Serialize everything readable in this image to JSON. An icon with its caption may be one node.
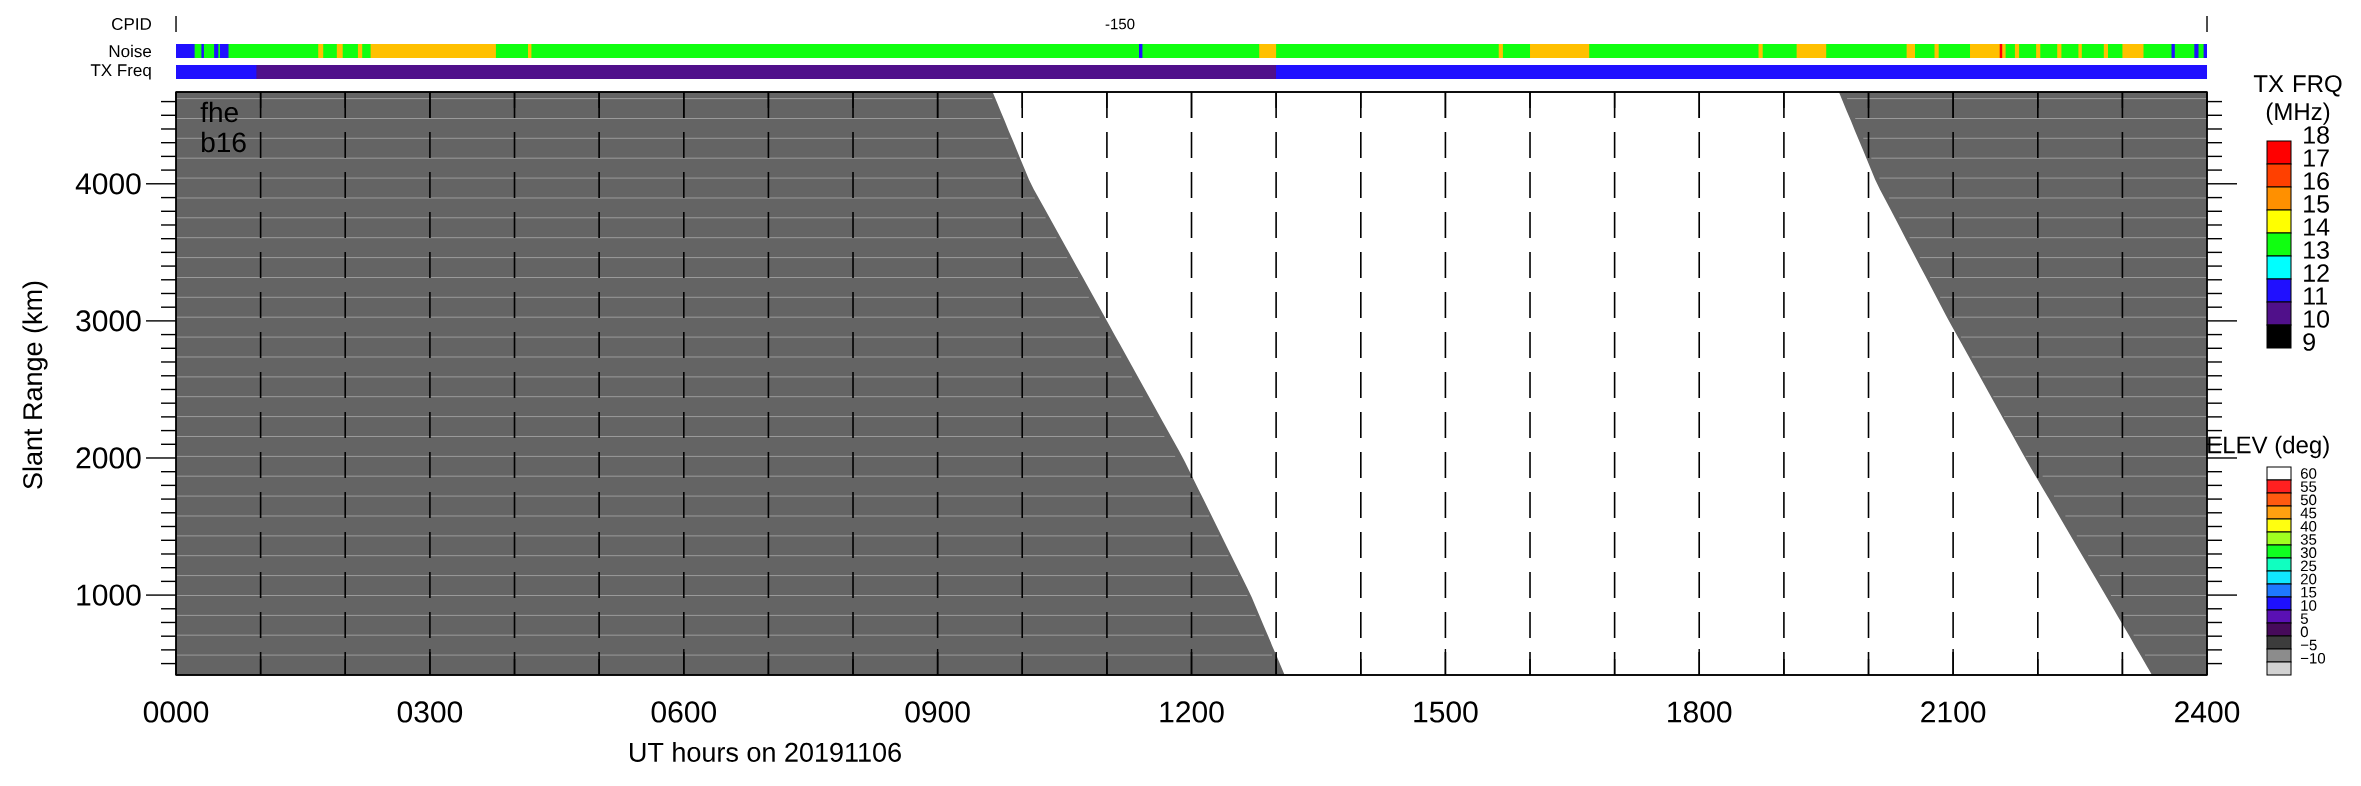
{
  "diagram": {
    "labels": [
      "CPID",
      "-150",
      "Noise",
      "TX Freq",
      "fhe",
      "b16",
      "4000",
      "3000",
      "2000",
      "1000",
      "Slant Range (km)",
      "0000",
      "0300",
      "0600",
      "0900",
      "1200",
      "1500",
      "1800",
      "2100",
      "2400",
      "UT hours on 20191106",
      "TX FRQ (MHz)",
      "18",
      "17",
      "16",
      "15",
      "14",
      "13",
      "12",
      "11",
      "10",
      "9",
      "ELEV (deg)",
      "60",
      "55",
      "50",
      "45",
      "40",
      "35",
      "30",
      "25",
      "20",
      "15",
      "10",
      "5",
      "0",
      "−5",
      "−10"
    ]
  }
}
